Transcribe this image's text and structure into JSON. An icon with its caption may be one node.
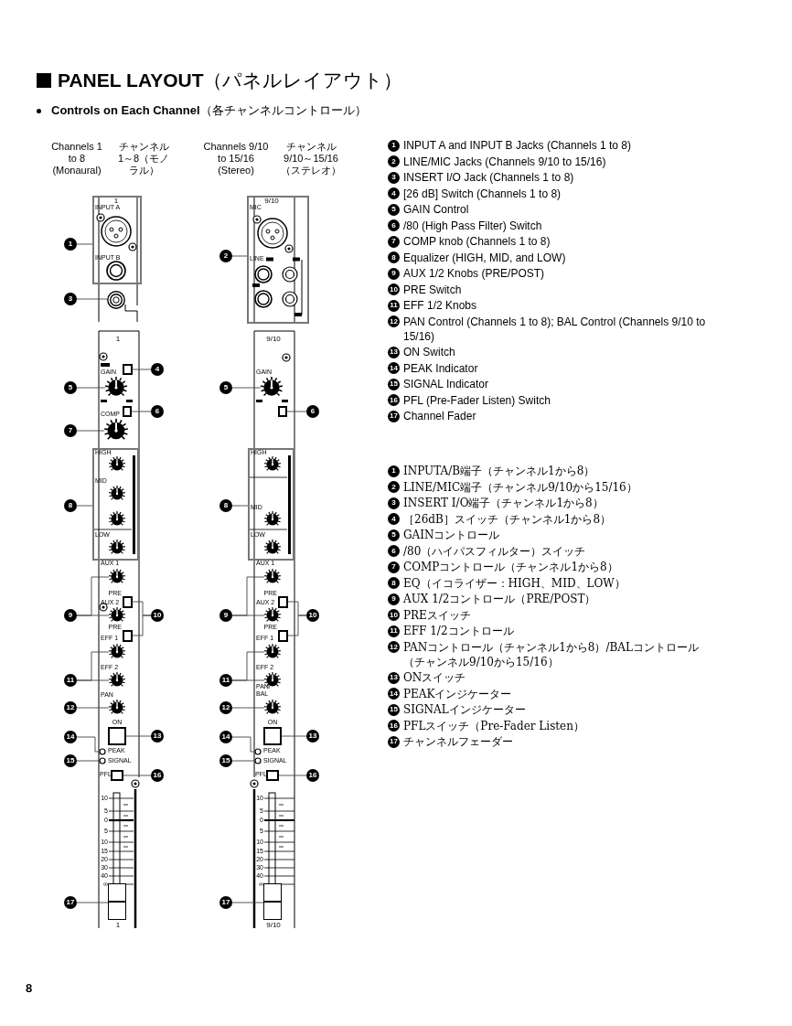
{
  "diagram": {
    "title": "**PANEL LAYOUT**（パネルレイアウト）",
    "nodes": [
      {
        "text": [
          "1"
        ]
      },
      {
        "text": [],
        "shape": "box"
      },
      {
        "text": [
          "3"
        ]
      },
      {
        "text": [],
        "shape": "circle"
      },
      {
        "text": [
          "4"
        ]
      },
      {
        "text": [],
        "shape": "box"
      },
      {
        "text": [
          "5"
        ]
      },
      {
        "text": [],
        "shape": "circle"
      },
      {
        "text": [
          "6"
        ]
      },
      {
        "text": [],
        "shape": "box"
      },
      {
        "text": [
          "7"
        ]
      },
      {
        "text": [],
        "shape": "circle"
      },
      {
        "text": [
          "8"
        ]
      },
      {
        "text": [],
        "shape": "box"
      },
      {
        "text": [
          "9"
        ]
      },
      {
        "text": [],
        "shape": "circle"
      },
      {
        "text": [],
        "shape": "circle"
      },
      {
        "text": [
          "10"
        ]
      },
      {
        "text": [],
        "shape": "box"
      },
      {
        "text": [],
        "shape": "box"
      },
      {
        "text": [
          "11"
        ]
      },
      {
        "text": [],
        "shape": "circle"
      },
      {
        "text": [],
        "shape": "circle"
      },
      {
        "text": [
          "12"
        ]
      },
      {
        "text": [],
        "shape": "circle"
      },
      {
        "text": [
          "13"
        ]
      },
      {
        "text": [],
        "shape": "box"
      },
      {
        "text": [
          "14"
        ]
      },
      {
        "text": [],
        "shape": "circle"
      },
      {
        "text": [
          "15"
        ]
      },
      {
        "text": [],
        "shape": "circle"
      },
      {
        "text": [
          "16"
        ]
      },
      {
        "text": [],
        "shape": "box"
      },
      {
        "text": [
          "17"
        ]
      },
      {
        "text": [],
        "shape": "box"
      },
      {
        "text": [
          "2"
        ]
      },
      {
        "text": [],
        "shape": "box"
      },
      {
        "text": [
          "5"
        ]
      },
      {
        "text": [],
        "shape": "circle"
      },
      {
        "text": [
          "6"
        ]
      },
      {
        "text": [],
        "shape": "box"
      },
      {
        "text": [
          "8"
        ]
      },
      {
        "text": [],
        "shape": "box"
      },
      {
        "text": [
          "9"
        ]
      },
      {
        "text": [],
        "shape": "circle"
      },
      {
        "text": [],
        "shape": "circle"
      },
      {
        "text": [
          "10"
        ]
      },
      {
        "text": [],
        "shape": "box"
      },
      {
        "text": [],
        "shape": "box"
      },
      {
        "text": [
          "11"
        ]
      },
      {
        "text": [],
        "shape": "circle"
      },
      {
        "text": [],
        "shape": "circle"
      },
      {
        "text": [
          "12"
        ]
      },
      {
        "text": [],
        "shape": "circle"
      },
      {
        "text": [
          "13"
        ]
      },
      {
        "text": [],
        "shape": "box"
      },
      {
        "text": [
          "14"
        ]
      },
      {
        "text": [],
        "shape": "circle"
      },
      {
        "text": [
          "15"
        ]
      },
      {
        "text": [],
        "shape": "circle"
      },
      {
        "text": [
          "16"
        ]
      },
      {
        "text": [],
        "shape": "box"
      },
      {
        "text": [
          "17"
        ]
      },
      {
        "text": [],
        "shape": "box"
      },
      {
        "text": [
          "1"
        ],
        "beside": [
          "INPUT A and INPUT B Jacks (Channels 1 to 8)"
        ]
      },
      {
        "text": [
          "2"
        ],
        "beside": [
          "LINE/MIC Jacks (Channels 9/10 to 15/16)"
        ]
      },
      {
        "text": [
          "3"
        ],
        "beside": [
          "INSERT I/O Jack (Channels 1 to 8)"
        ]
      },
      {
        "text": [
          "4"
        ],
        "beside": [
          "[26 dB] Switch (Channels 1 to 8)"
        ]
      },
      {
        "text": [
          "5"
        ],
        "beside": [
          "GAIN Control"
        ]
      },
      {
        "text": [
          "6"
        ],
        "beside": [
          "/80 (High Pass Filter) Switch"
        ]
      },
      {
        "text": [
          "7"
        ],
        "beside": [
          "COMP knob (Channels 1 to 8)"
        ]
      },
      {
        "text": [
          "8"
        ],
        "beside": [
          "Equalizer (HIGH, MID, and LOW)"
        ]
      },
      {
        "text": [
          "9"
        ],
        "beside": [
          "AUX 1/2 Knobs (PRE/POST)"
        ]
      },
      {
        "text": [
          "10"
        ],
        "beside": [
          "PRE Switch"
        ]
      },
      {
        "text": [
          "11"
        ],
        "beside": [
          "EFF 1/2 Knobs"
        ]
      },
      {
        "text": [
          "12"
        ],
        "beside": [
          "PAN Control (Channels 1 to 8); BAL Control (Channels 9/10 to 15/16)"
        ]
      },
      {
        "text": [
          "13"
        ],
        "beside": [
          "ON Switch"
        ]
      },
      {
        "text": [
          "14"
        ],
        "beside": [
          "PEAK Indicator"
        ]
      },
      {
        "text": [
          "15"
        ],
        "beside": [
          "SIGNAL Indicator"
        ]
      },
      {
        "text": [
          "16"
        ],
        "beside": [
          "PFL (Pre-Fader Listen) Switch"
        ]
      },
      {
        "text": [
          "17"
        ],
        "beside": [
          "Channel Fader"
        ]
      },
      {
        "text": [
          "1"
        ],
        "beside": [
          "INPUTA/B端子（チャンネル1から8）"
        ]
      },
      {
        "text": [
          "2"
        ],
        "beside": [
          "LINE/MIC端子（チャンネル9/10から15/16）"
        ]
      },
      {
        "text": [
          "3"
        ],
        "beside": [
          "INSERT I/O端子（チャンネル1から8）"
        ]
      },
      {
        "text": [
          "4"
        ],
        "beside": [
          "［26dB］スイッチ（チャンネル1から8）"
        ]
      },
      {
        "text": [
          "5"
        ],
        "beside": [
          "GAINコントロール"
        ]
      },
      {
        "text": [
          "6"
        ],
        "beside": [
          "/80（ハイパスフィルター）スイッチ"
        ]
      },
      {
        "text": [
          "7"
        ],
        "beside": [
          "COMPコントロール（チャンネル1から8）"
        ]
      },
      {
        "text": [
          "8"
        ],
        "beside": [
          "EQ（イコライザー：HIGH、MID、LOW）"
        ]
      },
      {
        "text": [
          "9"
        ],
        "beside": [
          "AUX 1/2コントロール（PRE/POST）"
        ]
      },
      {
        "text": [
          "10"
        ],
        "beside": [
          "PREスイッチ"
        ]
      },
      {
        "text": [
          "11"
        ],
        "beside": [
          "EFF 1/2コントロール"
        ]
      },
      {
        "text": [
          "12"
        ],
        "beside": [
          "PANコントロール（チャンネル1から8）/BALコントロール（チャンネル9/10から15/16）"
        ]
      },
      {
        "text": [
          "13"
        ],
        "beside": [
          "ONスイッチ"
        ]
      },
      {
        "text": [
          "14"
        ],
        "beside": [
          "PEAKインジケーター"
        ]
      },
      {
        "text": [
          "15"
        ],
        "beside": [
          "SIGNALインジケーター"
        ]
      },
      {
        "text": [
          "16"
        ],
        "beside": [
          "PFLスイッチ（Pre-Fader Listen）"
        ]
      },
      {
        "text": [
          "17"
        ],
        "beside": [
          "チャンネルフェーダー"
        ]
      }
    ],
    "edges": [
      {
        "from": 0,
        "to": 1,
        "arrow": "none"
      },
      {
        "from": 2,
        "to": 3,
        "arrow": "none"
      },
      {
        "from": 4,
        "to": 5,
        "arrow": "none"
      },
      {
        "from": 6,
        "to": 7,
        "arrow": "none"
      },
      {
        "from": 8,
        "to": 9,
        "arrow": "none"
      },
      {
        "from": 10,
        "to": 11,
        "arrow": "none"
      },
      {
        "from": 12,
        "to": 13,
        "arrow": "none"
      },
      {
        "from": 14,
        "to": 15,
        "arrow": "none"
      },
      {
        "from": 14,
        "to": 16,
        "arrow": "none"
      },
      {
        "from": 17,
        "to": 18,
        "arrow": "none"
      },
      {
        "from": 17,
        "to": 19,
        "arrow": "none"
      },
      {
        "from": 20,
        "to": 21,
        "arrow": "none"
      },
      {
        "from": 20,
        "to": 22,
        "arrow": "none"
      },
      {
        "from": 23,
        "to": 24,
        "arrow": "none"
      },
      {
        "from": 25,
        "to": 26,
        "arrow": "none"
      },
      {
        "from": 27,
        "to": 28,
        "arrow": "none"
      },
      {
        "from": 29,
        "to": 30,
        "arrow": "none"
      },
      {
        "from": 31,
        "to": 32,
        "arrow": "none"
      },
      {
        "from": 33,
        "to": 34,
        "arrow": "none"
      },
      {
        "from": 35,
        "to": 36,
        "arrow": "none"
      },
      {
        "from": 37,
        "to": 38,
        "arrow": "none"
      },
      {
        "from": 39,
        "to": 40,
        "arrow": "none"
      },
      {
        "from": 41,
        "to": 42,
        "arrow": "none"
      },
      {
        "from": 43,
        "to": 44,
        "arrow": "none"
      },
      {
        "from": 43,
        "to": 45,
        "arrow": "none"
      },
      {
        "from": 46,
        "to": 47,
        "arrow": "none"
      },
      {
        "from": 46,
        "to": 48,
        "arrow": "none"
      },
      {
        "from": 49,
        "to": 50,
        "arrow": "none"
      },
      {
        "from": 49,
        "to": 51,
        "arrow": "none"
      },
      {
        "from": 52,
        "to": 53,
        "arrow": "none"
      },
      {
        "from": 54,
        "to": 55,
        "arrow": "none"
      },
      {
        "from": 56,
        "to": 57,
        "arrow": "none"
      },
      {
        "from": 58,
        "to": 59,
        "arrow": "none"
      },
      {
        "from": 60,
        "to": 61,
        "arrow": "none"
      },
      {
        "from": 62,
        "to": 63,
        "arrow": "none"
      }
    ],
    "labels": [
      "**Controls on Each Channel**（各チャンネルコントロール）",
      "Channels 1 to 8 (Monaural)",
      "チャンネル1～8（モノラル）",
      "Channels 9/10 to 15/16 (Stereo)",
      "チャンネル9/10～15/16（ステレオ）",
      "1",
      "INPUT A",
      "INPUT B",
      "1",
      "GAIN",
      "COMP",
      "HIGH",
      "MID",
      "LOW",
      "AUX 1",
      "PRE",
      "AUX 2",
      "PRE",
      "EFF 1",
      "EFF 2",
      "PAN",
      "ON",
      "PEAK",
      "SIGNAL",
      "PFL",
      "10",
      "5",
      "0",
      "5",
      "10",
      "15",
      "20",
      "30",
      "40",
      "∞",
      "1",
      "9/10",
      "MIC",
      "LINE",
      "9/10",
      "GAIN",
      "HIGH",
      "MID",
      "LOW",
      "AUX 1",
      "PRE",
      "AUX 2",
      "PRE",
      "EFF 1",
      "EFF 2",
      "PAN/ BAL",
      "ON",
      "PEAK",
      "SIGNAL",
      "PFL",
      "10",
      "5",
      "0",
      "5",
      "10",
      "15",
      "20",
      "30",
      "40",
      "∞",
      "9/10",
      "8"
    ]
  }
}
